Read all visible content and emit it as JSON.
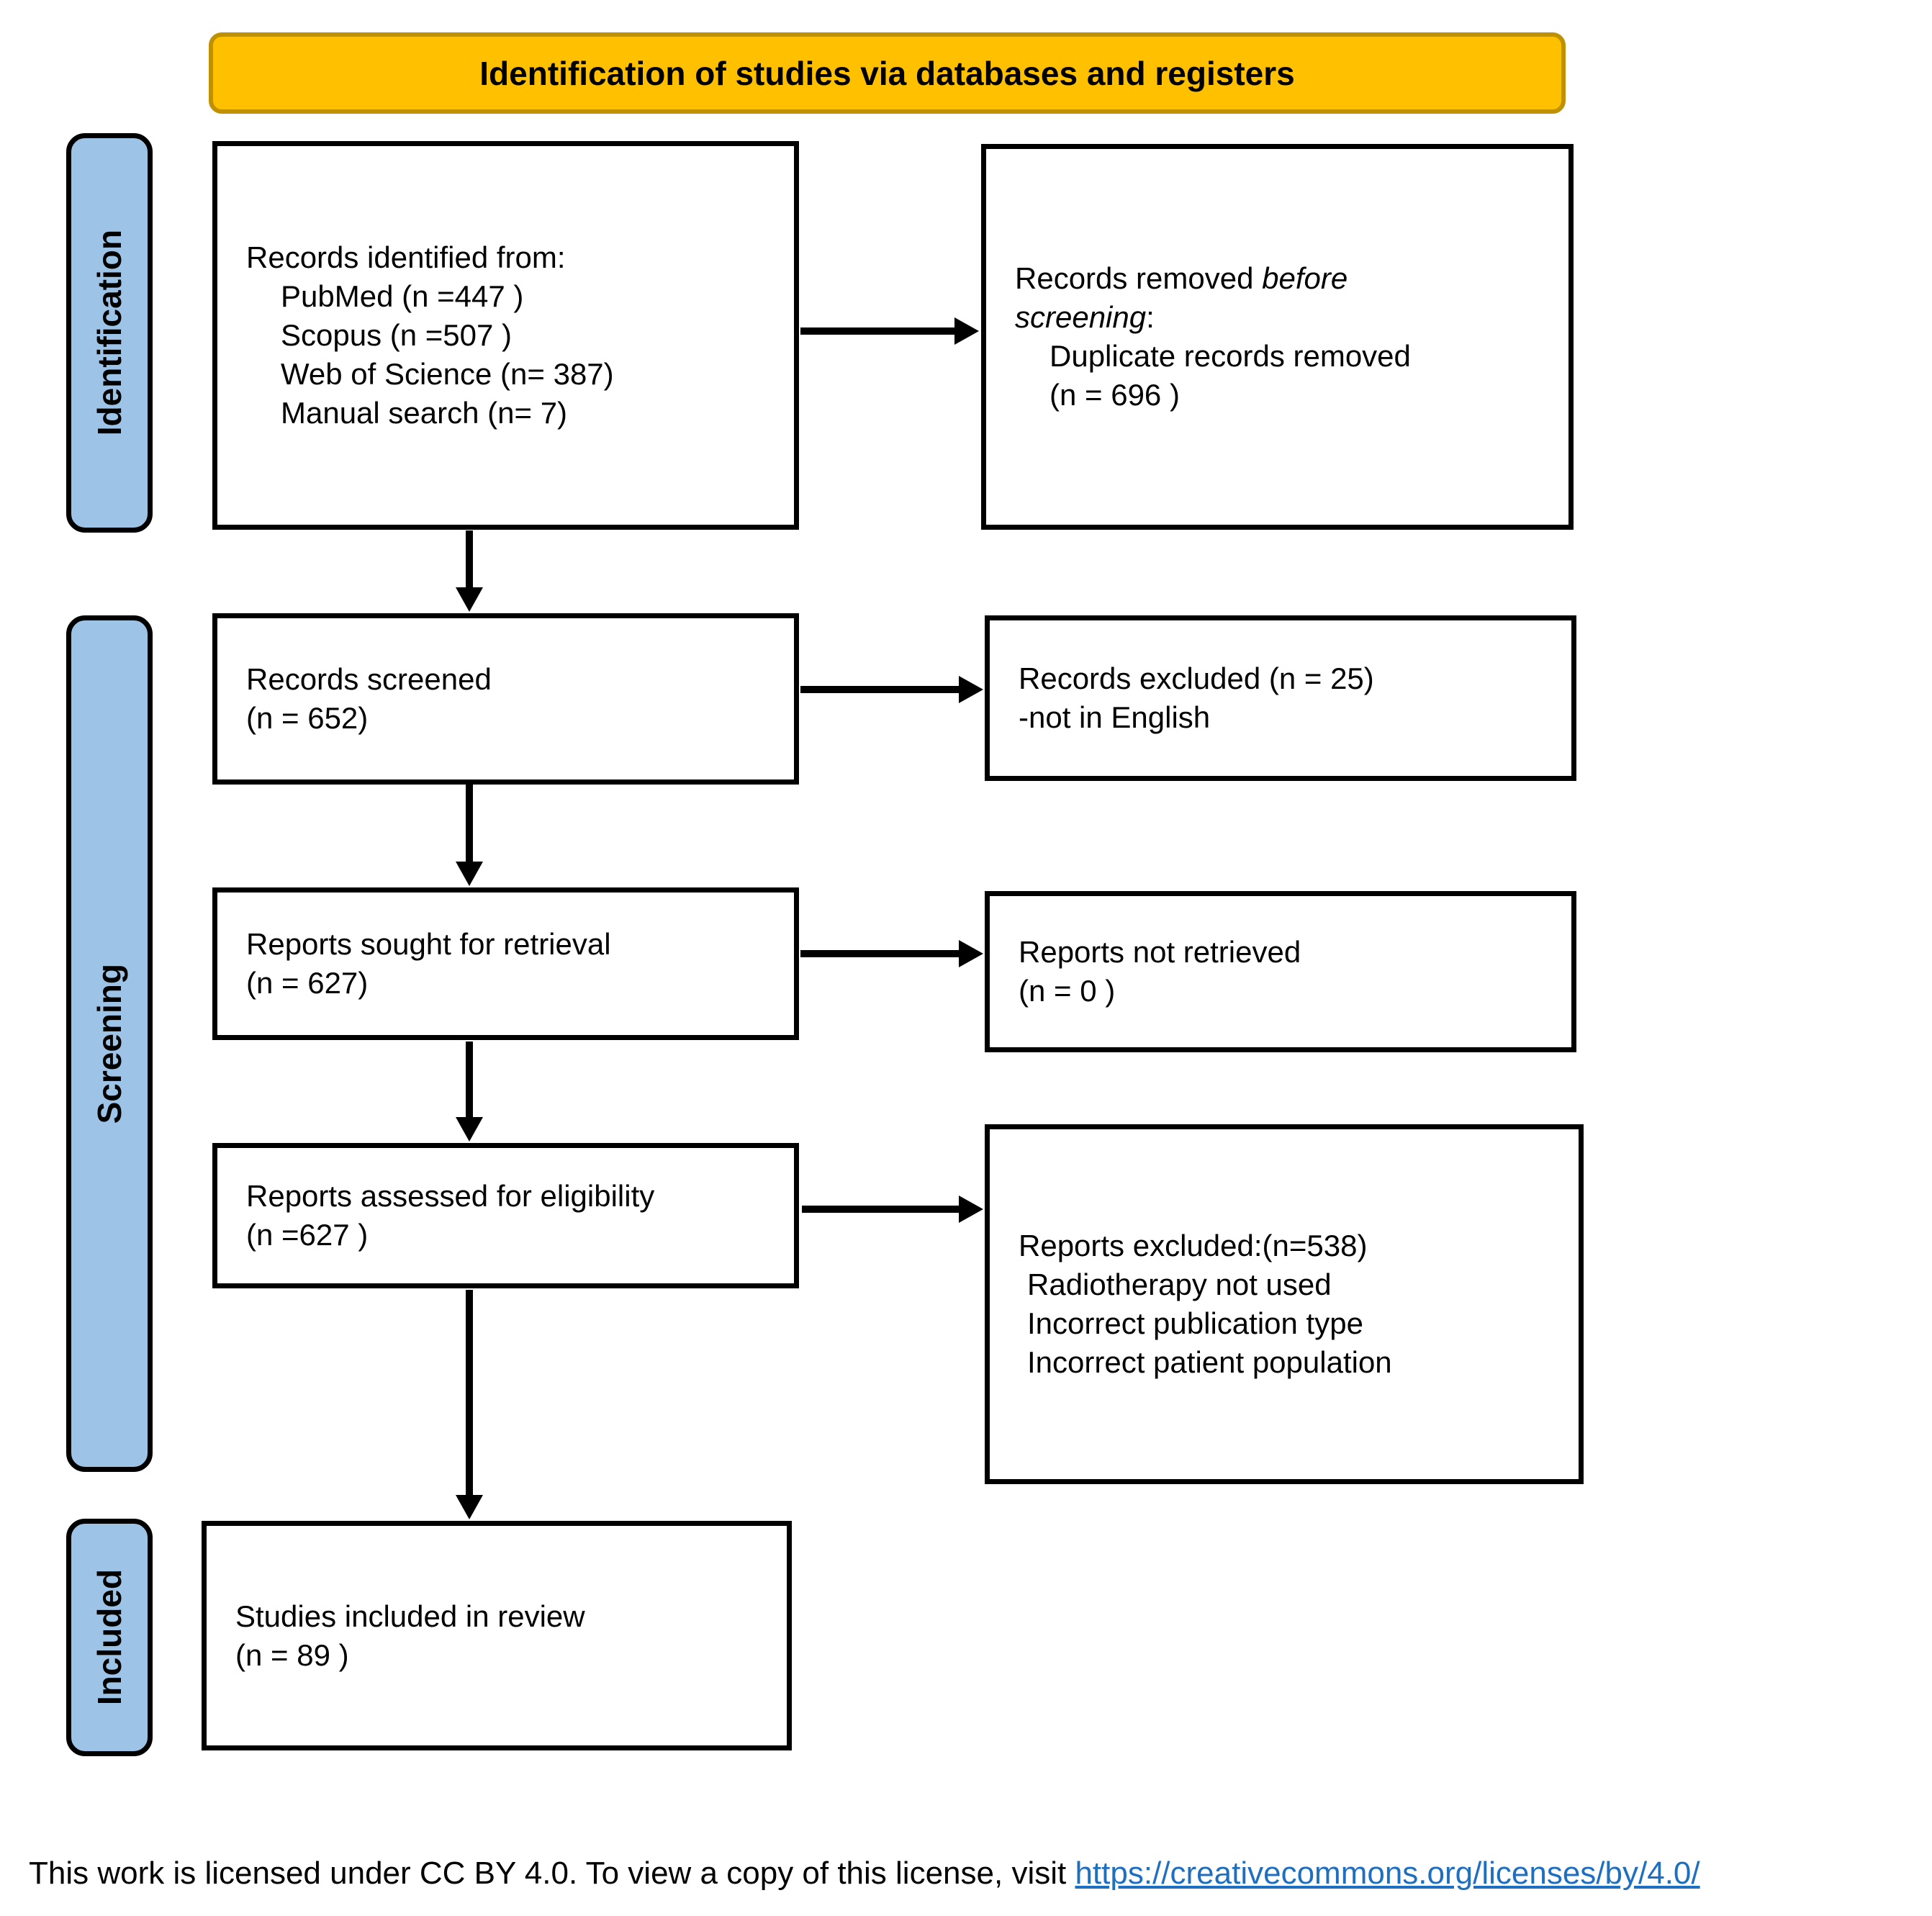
{
  "banner": {
    "label": "Identification of studies via databases and registers"
  },
  "stages": [
    {
      "label": "Identification"
    },
    {
      "label": "Screening"
    },
    {
      "label": "Included"
    }
  ],
  "boxes": {
    "records_identified": {
      "title": "Records identified from:",
      "items": [
        "PubMed (n =447 )",
        "Scopus (n =507 )",
        "Web of Science (n= 387)",
        "Manual search (n= 7)"
      ]
    },
    "records_removed": {
      "line1_normal": "Records removed ",
      "line1_italic": "before",
      "line2_italic": "screening",
      "line2_suffix": ":",
      "items": [
        "Duplicate records removed",
        "(n = 696 )"
      ]
    },
    "records_screened": {
      "lines": [
        "Records screened",
        "(n = 652)"
      ]
    },
    "records_excluded": {
      "lines": [
        "Records excluded (n = 25)",
        "-not in English"
      ]
    },
    "reports_sought": {
      "lines": [
        "Reports sought for retrieval",
        "(n = 627)"
      ]
    },
    "reports_not_retrieved": {
      "lines": [
        "Reports not retrieved",
        "(n = 0 )"
      ]
    },
    "reports_assessed": {
      "lines": [
        "Reports assessed for eligibility",
        "(n =627 )"
      ]
    },
    "reports_excluded": {
      "title": "Reports excluded:(n=538)",
      "items": [
        "Radiotherapy not used",
        "Incorrect publication type",
        "Incorrect patient population"
      ]
    },
    "studies_included": {
      "lines": [
        "Studies included in review",
        "(n = 89 )"
      ]
    }
  },
  "footer": {
    "text": "This work is licensed under CC BY 4.0. To view a copy of this license, visit ",
    "link_text": "https://creativecommons.org/licenses/by/4.0/"
  },
  "colors": {
    "banner_fill": "#FFC000",
    "banner_border": "#BF9000",
    "stage_fill": "#9DC3E6",
    "link": "#1F6FC1"
  }
}
